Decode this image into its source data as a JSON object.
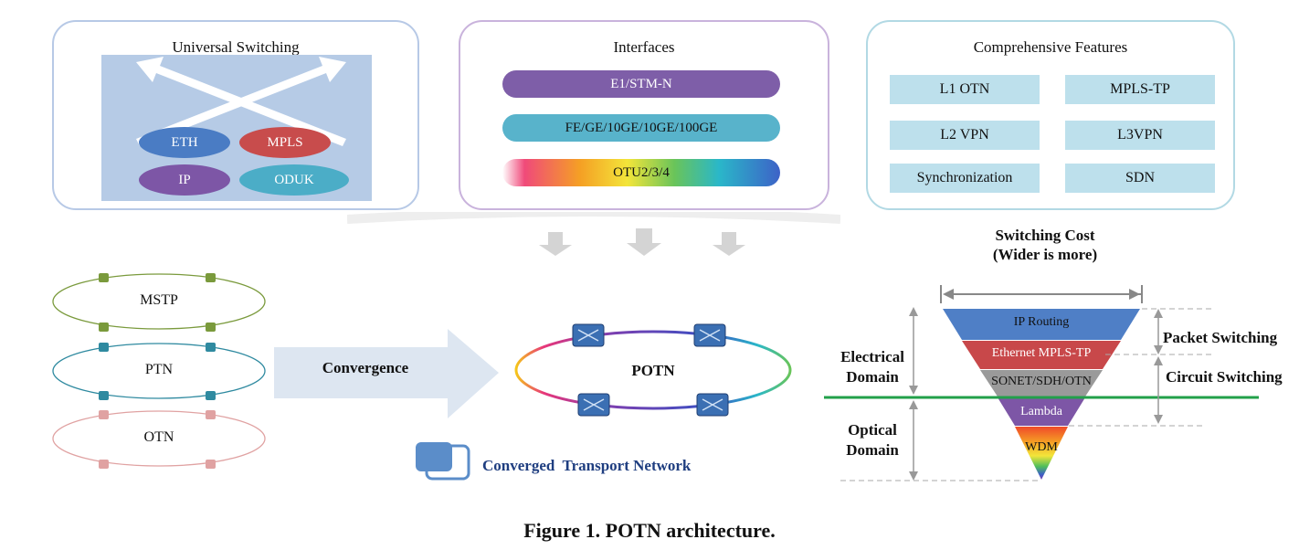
{
  "panels": {
    "switching": {
      "title": "Universal Switching",
      "items": [
        "ETH",
        "MPLS",
        "IP",
        "ODUK"
      ]
    },
    "interfaces": {
      "title": "Interfaces",
      "items": [
        "E1/STM-N",
        "FE/GE/10GE/10GE/100GE",
        "OTU2/3/4"
      ]
    },
    "features": {
      "title": "Comprehensive Features",
      "items": [
        "L1 OTN",
        "MPLS-TP",
        "L2 VPN",
        "L3VPN",
        "Synchronization",
        "SDN"
      ]
    }
  },
  "rings": [
    "MSTP",
    "PTN",
    "OTN"
  ],
  "convergence": "Convergence",
  "potn": "POTN",
  "legend": "Converged  Transport Network",
  "cost": {
    "title_line1": "Switching Cost",
    "title_line2": "(Wider is more)",
    "layers": [
      "IP Routing",
      "Ethernet MPLS-TP",
      "SONET/SDH/OTN",
      "Lambda",
      "WDM"
    ],
    "electrical_1": "Electrical",
    "electrical_2": "Domain",
    "optical_1": "Optical",
    "optical_2": "Domain",
    "packet": "Packet Switching",
    "circuit": "Circuit Switching"
  },
  "caption": "Figure 1. POTN architecture.",
  "colors": {
    "eth": "#4a7cc4",
    "mpls": "#c84c4c",
    "ip": "#7d56a6",
    "oduk": "#4badc7",
    "mstp": "#7a9a3c",
    "ptn": "#2f8aa0",
    "otn": "#e0a2a2"
  }
}
